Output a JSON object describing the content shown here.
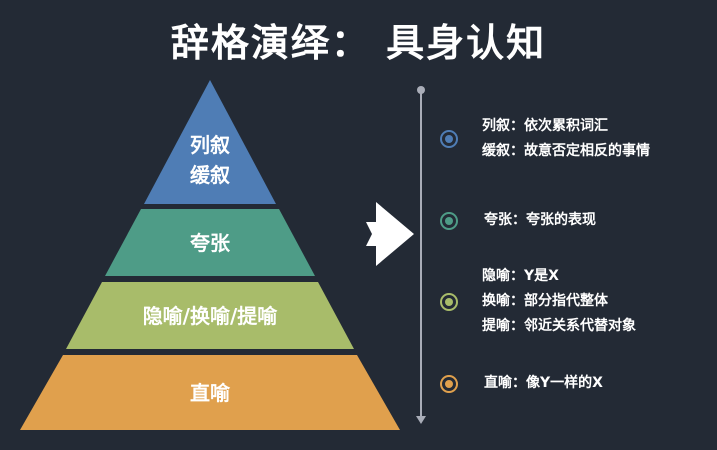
{
  "title": "辞格演绎： 具身认知",
  "colors": {
    "background": "#232a35",
    "tier1": "#4f7db5",
    "tier2": "#4e9c87",
    "tier3": "#a8bc6a",
    "tier4": "#e0a04d",
    "timeline": "#a9adb8"
  },
  "pyramid": [
    {
      "lines": [
        "列叙",
        "缓叙"
      ]
    },
    {
      "lines": [
        "夸张"
      ]
    },
    {
      "lines": [
        "隐喻/换喻/提喻"
      ]
    },
    {
      "lines": [
        "直喻"
      ]
    }
  ],
  "legend": [
    {
      "lines": [
        "列叙：依次累积词汇",
        "缓叙：故意否定相反的事情"
      ]
    },
    {
      "lines": [
        "夸张：夸张的表现"
      ]
    },
    {
      "lines": [
        "隐喻：Y是X",
        "换喻：部分指代整体",
        "提喻：邻近关系代替对象"
      ]
    },
    {
      "lines": [
        "直喻：像Y一样的X"
      ]
    }
  ]
}
